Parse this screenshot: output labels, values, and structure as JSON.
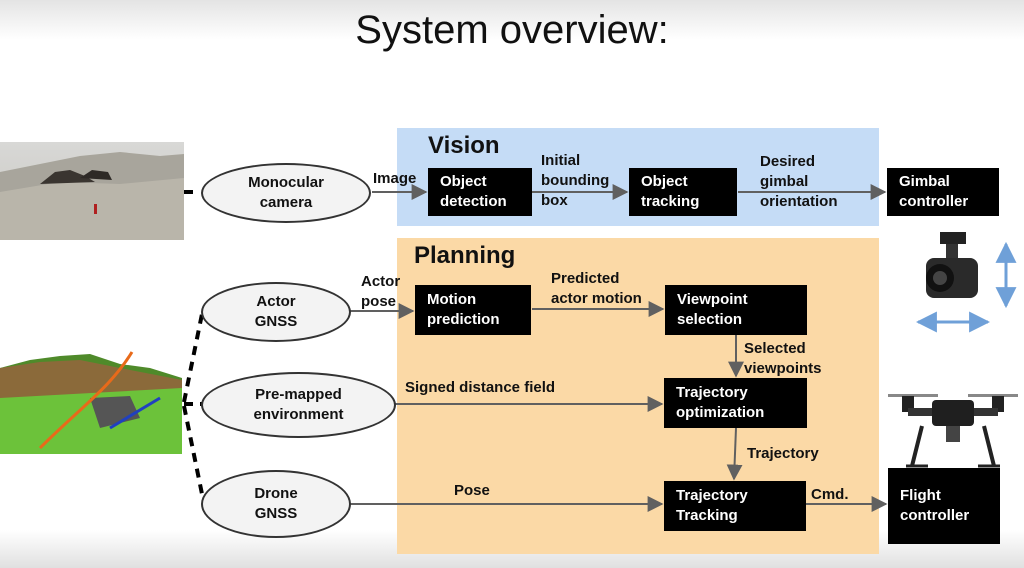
{
  "title": "System overview:",
  "regions": {
    "vision": {
      "label": "Vision",
      "color": "#c5dcf6"
    },
    "planning": {
      "label": "Planning",
      "color": "#fbd9a6"
    }
  },
  "inputs": {
    "camera": [
      "Monocular",
      "camera"
    ],
    "actor_gnss": [
      "Actor",
      "GNSS"
    ],
    "env": [
      "Pre-mapped",
      "environment"
    ],
    "drone_gnss": [
      "Drone",
      "GNSS"
    ]
  },
  "blocks": {
    "object_detection": [
      "Object",
      "detection"
    ],
    "object_tracking": [
      "Object",
      "tracking"
    ],
    "gimbal_controller": [
      "Gimbal",
      "controller"
    ],
    "motion_prediction": [
      "Motion",
      "prediction"
    ],
    "viewpoint_selection": [
      "Viewpoint",
      "selection"
    ],
    "trajectory_optimization": [
      "Trajectory",
      "optimization"
    ],
    "trajectory_tracking": [
      "Trajectory",
      "Tracking"
    ],
    "flight_controller": [
      "Flight",
      "controller"
    ]
  },
  "edges": {
    "image": [
      "Image"
    ],
    "initial_bbox": [
      "Initial",
      "bounding",
      "box"
    ],
    "desired_gimbal": [
      "Desired",
      "gimbal",
      "orientation"
    ],
    "actor_pose": [
      "Actor",
      "pose"
    ],
    "predicted_motion": [
      "Predicted",
      "actor motion"
    ],
    "selected_viewpoints": [
      "Selected",
      "viewpoints"
    ],
    "sdf": [
      "Signed distance field"
    ],
    "trajectory": [
      "Trajectory"
    ],
    "pose": [
      "Pose"
    ],
    "cmd": [
      "Cmd."
    ]
  },
  "colors": {
    "arrow": "#606060",
    "gimbal_arrow": "#6fa0d8"
  }
}
